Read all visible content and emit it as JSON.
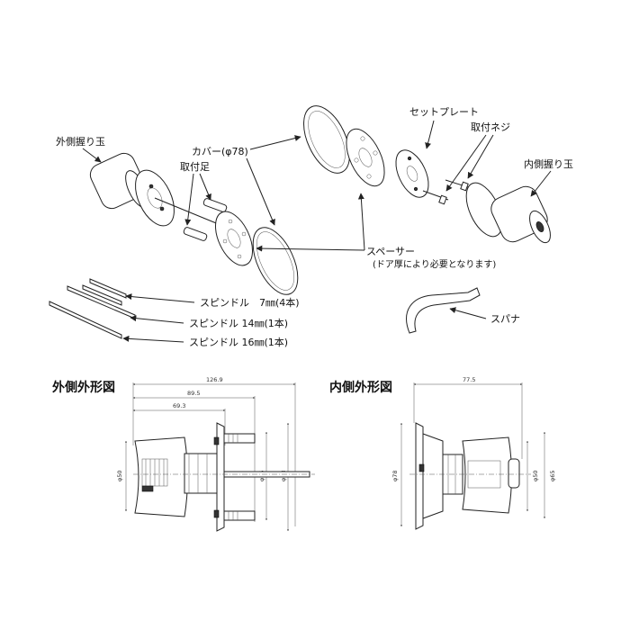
{
  "labels": {
    "outer_knob": "外側握り玉",
    "cover": "カバー(φ78)",
    "mount_leg": "取付足",
    "set_plate": "セットプレート",
    "mount_screw": "取付ネジ",
    "inner_knob": "内側握り玉",
    "spacer": "スペーサー",
    "spacer_note": "(ドア厚により必要となります)",
    "spanner": "スパナ",
    "spindles": [
      "スピンドル　7㎜(4本)",
      "スピンドル 14㎜(1本)",
      "スピンドル 16㎜(1本)"
    ]
  },
  "views": {
    "outer": {
      "title": "外側外形図",
      "dims": {
        "total_length": "126.9",
        "length_2": "89.5",
        "length_3": "69.3",
        "dia_knob": "φ50",
        "dia_plate_inner": "φ65",
        "dia_plate_outer": "φ78"
      }
    },
    "inner": {
      "title": "内側外形図",
      "dims": {
        "total_length": "77.5",
        "dia_rose": "φ78",
        "dia_knob": "φ50",
        "dia_plate": "φ65"
      }
    }
  }
}
